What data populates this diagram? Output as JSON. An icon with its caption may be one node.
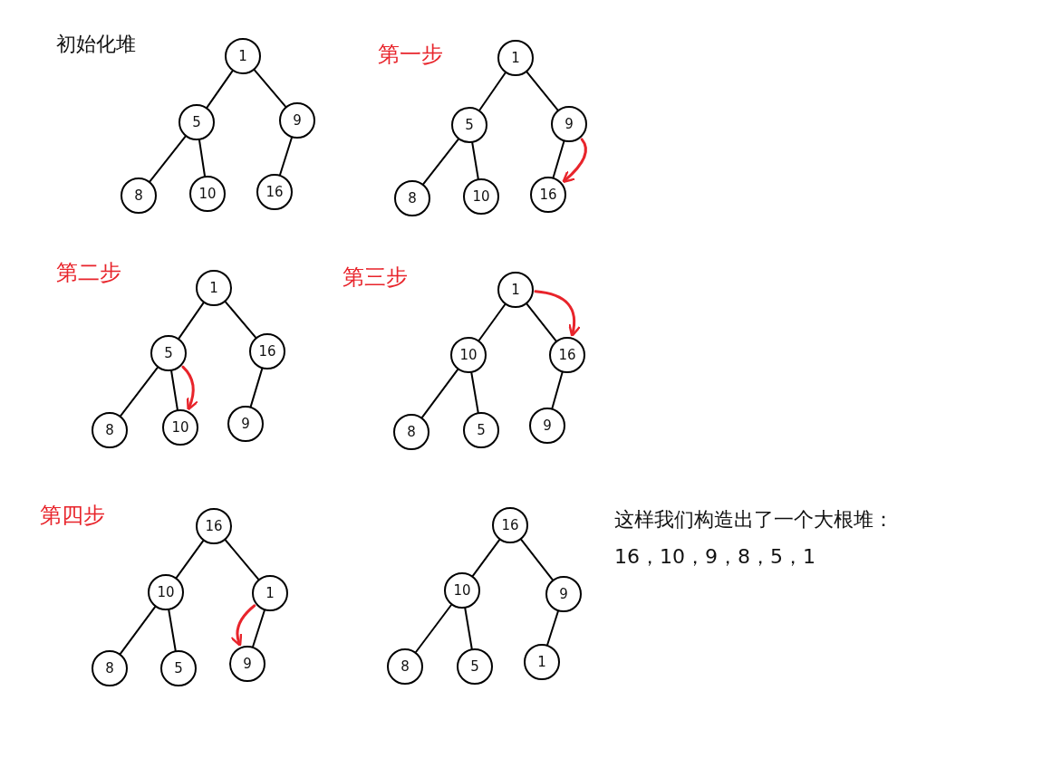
{
  "diagram": {
    "nodes": [
      {
        "text": [
          "1"
        ]
      },
      {
        "text": [
          "5"
        ]
      },
      {
        "text": [
          "9"
        ]
      },
      {
        "text": [
          "8"
        ]
      },
      {
        "text": [
          "10"
        ]
      },
      {
        "text": [
          "16"
        ]
      },
      {
        "text": [
          "1"
        ]
      },
      {
        "text": [
          "5"
        ]
      },
      {
        "text": [
          "9"
        ]
      },
      {
        "text": [
          "8"
        ]
      },
      {
        "text": [
          "10"
        ]
      },
      {
        "text": [
          "16"
        ]
      },
      {
        "text": [
          "1"
        ]
      },
      {
        "text": [
          "5"
        ]
      },
      {
        "text": [
          "16"
        ]
      },
      {
        "text": [
          "8"
        ]
      },
      {
        "text": [
          "10"
        ]
      },
      {
        "text": [
          "9"
        ]
      },
      {
        "text": [
          "1"
        ]
      },
      {
        "text": [
          "10"
        ]
      },
      {
        "text": [
          "16"
        ]
      },
      {
        "text": [
          "8"
        ]
      },
      {
        "text": [
          "5"
        ]
      },
      {
        "text": [
          "9"
        ]
      },
      {
        "text": [
          "16"
        ]
      },
      {
        "text": [
          "10"
        ]
      },
      {
        "text": [
          "1"
        ]
      },
      {
        "text": [
          "8"
        ]
      },
      {
        "text": [
          "5"
        ]
      },
      {
        "text": [
          "9"
        ]
      },
      {
        "text": [
          "16"
        ]
      },
      {
        "text": [
          "10"
        ]
      },
      {
        "text": [
          "9"
        ]
      },
      {
        "text": [
          "8"
        ]
      },
      {
        "text": [
          "5"
        ]
      },
      {
        "text": [
          "1"
        ]
      }
    ],
    "edges": [
      {
        "from": 0,
        "to": 1,
        "arrow": "none"
      },
      {
        "from": 0,
        "to": 2,
        "arrow": "none"
      },
      {
        "from": 1,
        "to": 3,
        "arrow": "none"
      },
      {
        "from": 1,
        "to": 4,
        "arrow": "none"
      },
      {
        "from": 2,
        "to": 5,
        "arrow": "none"
      },
      {
        "from": 6,
        "to": 7,
        "arrow": "none"
      },
      {
        "from": 6,
        "to": 8,
        "arrow": "none"
      },
      {
        "from": 7,
        "to": 9,
        "arrow": "none"
      },
      {
        "from": 7,
        "to": 10,
        "arrow": "none"
      },
      {
        "from": 8,
        "to": 11,
        "arrow": "none"
      },
      {
        "from": 8,
        "to": 11,
        "arrow": "to",
        "color": "#e8242b"
      },
      {
        "from": 12,
        "to": 13,
        "arrow": "none"
      },
      {
        "from": 12,
        "to": 14,
        "arrow": "none"
      },
      {
        "from": 13,
        "to": 15,
        "arrow": "none"
      },
      {
        "from": 13,
        "to": 16,
        "arrow": "none"
      },
      {
        "from": 14,
        "to": 17,
        "arrow": "none"
      },
      {
        "from": 13,
        "to": 16,
        "arrow": "to",
        "color": "#e8242b"
      },
      {
        "from": 18,
        "to": 19,
        "arrow": "none"
      },
      {
        "from": 18,
        "to": 20,
        "arrow": "none"
      },
      {
        "from": 19,
        "to": 21,
        "arrow": "none"
      },
      {
        "from": 19,
        "to": 22,
        "arrow": "none"
      },
      {
        "from": 20,
        "to": 23,
        "arrow": "none"
      },
      {
        "from": 18,
        "to": 20,
        "arrow": "to",
        "color": "#e8242b"
      },
      {
        "from": 24,
        "to": 25,
        "arrow": "none"
      },
      {
        "from": 24,
        "to": 26,
        "arrow": "none"
      },
      {
        "from": 25,
        "to": 27,
        "arrow": "none"
      },
      {
        "from": 25,
        "to": 28,
        "arrow": "none"
      },
      {
        "from": 26,
        "to": 29,
        "arrow": "none"
      },
      {
        "from": 26,
        "to": 29,
        "arrow": "to",
        "color": "#e8242b"
      },
      {
        "from": 30,
        "to": 31,
        "arrow": "none"
      },
      {
        "from": 30,
        "to": 32,
        "arrow": "none"
      },
      {
        "from": 31,
        "to": 33,
        "arrow": "none"
      },
      {
        "from": 31,
        "to": 34,
        "arrow": "none"
      },
      {
        "from": 32,
        "to": 35,
        "arrow": "none"
      }
    ],
    "labels": [
      "初始化堆",
      "第一步",
      "第二步",
      "第三步",
      "第四步",
      "这样我们构造出了一个大根堆：",
      "16，10，9，8，5，1"
    ]
  }
}
